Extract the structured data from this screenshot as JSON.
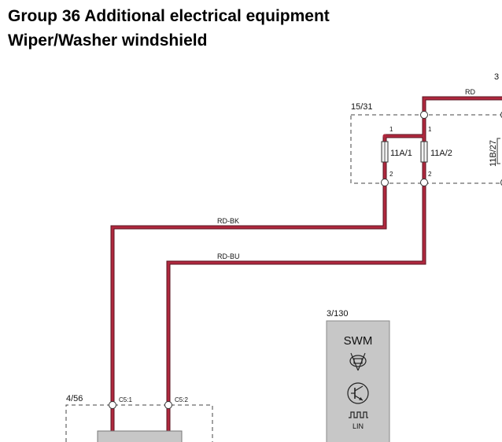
{
  "header": {
    "title": "Group 36 Additional electrical equipment",
    "subtitle": "Wiper/Washer windshield"
  },
  "colors": {
    "wire": "#b0283e",
    "wire_outline": "#5a1420",
    "module_fill": "#c7c7c7",
    "dash": "#444444"
  },
  "diagram": {
    "connector_top_right": "3",
    "fuse_box": {
      "id": "15/31",
      "side_box": "11B/27"
    },
    "fuses": [
      {
        "label": "11A/1",
        "pin_top": "1",
        "pin_bottom": "2"
      },
      {
        "label": "11A/2",
        "pin_top": "1",
        "pin_bottom": "2"
      }
    ],
    "wires": {
      "supply": "RD",
      "left": "RD-BK",
      "right": "RD-BU"
    },
    "swm": {
      "id": "3/130",
      "name": "SWM",
      "bus_label": "LIN",
      "icons": [
        "lamp-icon",
        "transistor-icon",
        "pulse-signal-icon"
      ]
    },
    "bottom_module": {
      "id": "4/56",
      "pins": [
        "C5:1",
        "C5:2"
      ]
    }
  }
}
